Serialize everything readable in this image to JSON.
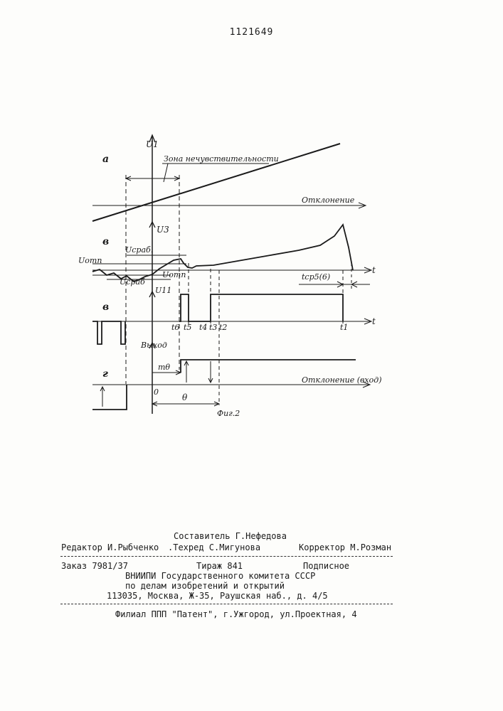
{
  "patent_number": "1121649",
  "figure": {
    "caption": "Фиг.2",
    "panel_labels": {
      "a": "а",
      "b": "в",
      "c": "в",
      "d": "г"
    },
    "panel_a": {
      "y_axis": "U1",
      "zone_label": "Зона нечувствительности",
      "x_axis": "Отклонение"
    },
    "panel_b": {
      "y_axis": "U3",
      "u_srab_upper": "Uсраб.",
      "u_otp_left": "Uотп",
      "u_otp_right": "Uотп",
      "u_srab_lower": "Uсраб",
      "t_axis": "t",
      "t_sr": "tср5(6)"
    },
    "panel_c": {
      "y_axis": "U11",
      "t_axis": "t",
      "ticks": {
        "t6": "t6",
        "t5": "t5",
        "t4": "t4",
        "t3": "t3",
        "t2": "t2",
        "t1": "t1"
      }
    },
    "panel_d": {
      "y_axis": "Выход",
      "m_theta": "mθ",
      "x_axis": "Отклонение (вход)",
      "origin": "0",
      "theta": "θ"
    }
  },
  "imprint": {
    "compiler": "Составитель Г.Нефедова",
    "editor": "Редактор И.Рыбченко",
    "techred": ".Техред С.Мигунова",
    "corrector": "Корректор М.Розман",
    "order": "Заказ 7981/37",
    "circulation": "Тираж 841",
    "subscription": "Подписное",
    "org1": "ВНИИПИ Государственного комитета СССР",
    "org2": "по делам изобретений и открытий",
    "address": "113035, Москва, Ж-35, Раушская наб., д. 4/5",
    "branch": "Филиал ППП \"Патент\", г.Ужгород, ул.Проектная, 4"
  }
}
